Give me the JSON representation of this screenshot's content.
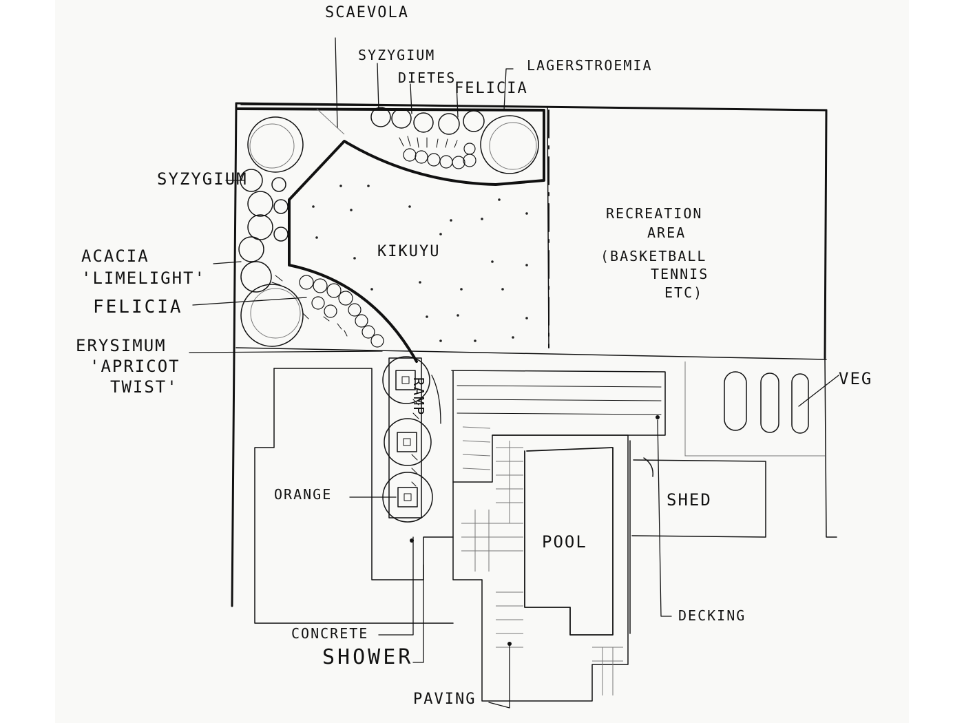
{
  "plan": {
    "labels": {
      "scaevola": "SCAEVOLA",
      "syzygium_top": "SYZYGIUM",
      "dietes": "DIETES",
      "felicia_top": "FELICIA",
      "lagerstroemia": "LAGERSTROEMIA",
      "syzygium_left": "SYZYGIUM",
      "acacia_1": "ACACIA",
      "acacia_2": "'LIMELIGHT'",
      "felicia_left": "FELICIA",
      "erysimum_1": "ERYSIMUM",
      "erysimum_2": "'APRICOT",
      "erysimum_3": "TWIST'",
      "kikuyu": "KIKUYU",
      "recreation_1": "RECREATION",
      "recreation_2": "AREA",
      "recreation_3": "(BASKETBALL",
      "recreation_4": "TENNIS",
      "recreation_5": "ETC)",
      "veg": "VEG",
      "ramp": "RAMP",
      "orange": "ORANGE",
      "shed": "SHED",
      "pool": "POOL",
      "decking": "DECKING",
      "concrete": "CONCRETE",
      "shower": "SHOWER",
      "paving": "PAVING"
    }
  }
}
